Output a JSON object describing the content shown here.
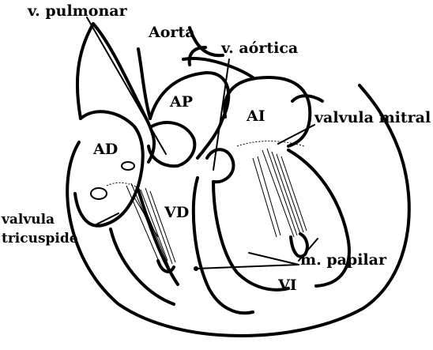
{
  "diagram": {
    "labels": {
      "pulmonary_valve": "v. pulmonar",
      "aorta": "Aorta",
      "aortic_valve": "v. aórtica",
      "pulmonary_artery": "AP",
      "left_atrium": "AI",
      "mitral_valve": "valvula mitral",
      "right_atrium": "AD",
      "right_ventricle": "VD",
      "tricuspid_valve_line1": "valvula",
      "tricuspid_valve_line2": "tricuspide",
      "papillary_muscle": "m. papilar",
      "left_ventricle": "VI"
    }
  }
}
